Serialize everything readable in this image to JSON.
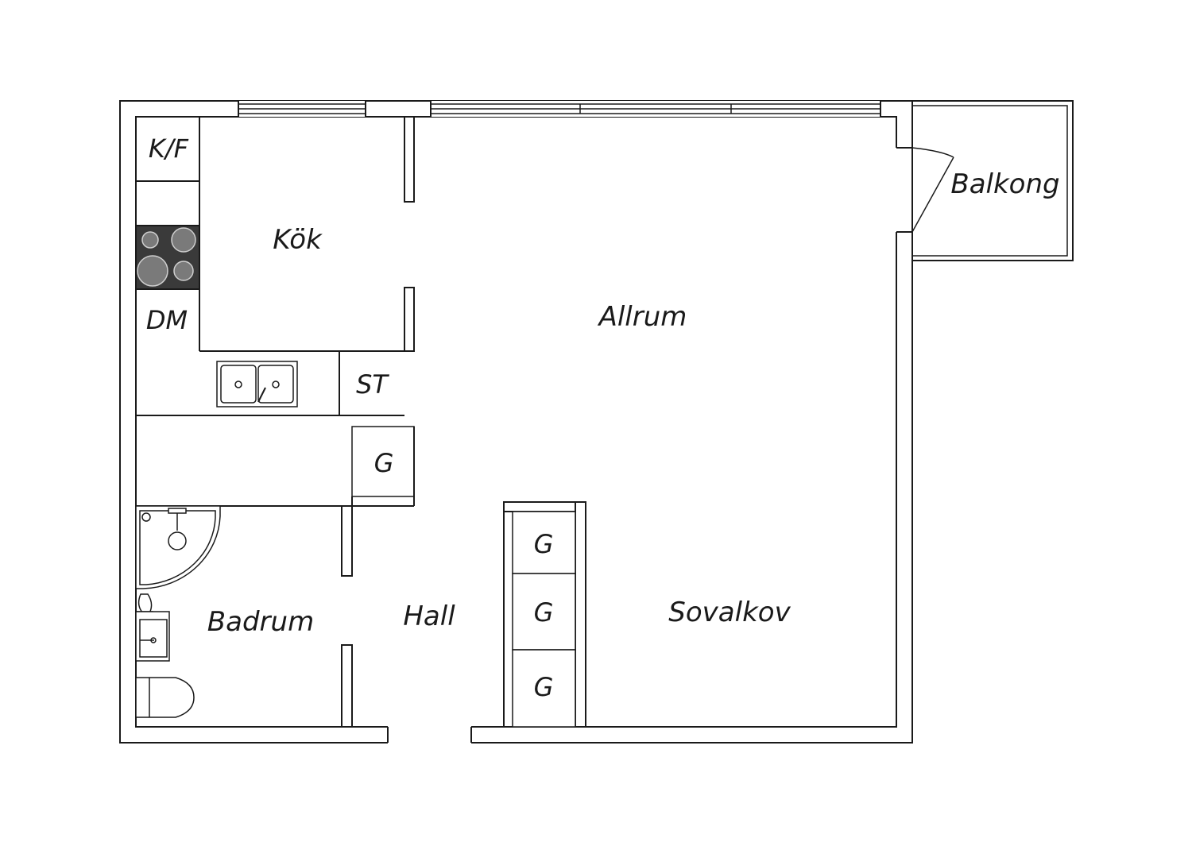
{
  "rooms": {
    "kok": "Kök",
    "allrum": "Allrum",
    "balkong": "Balkong",
    "badrum": "Badrum",
    "hall": "Hall",
    "sovalkov": "Sovalkov"
  },
  "fixtures": {
    "fridge_freezer": "K/F",
    "dishwasher": "DM",
    "storage": "ST",
    "closet": "G"
  },
  "colors": {
    "line": "#1a1a1a",
    "stove": "#3a3a3a",
    "background": "#ffffff"
  }
}
